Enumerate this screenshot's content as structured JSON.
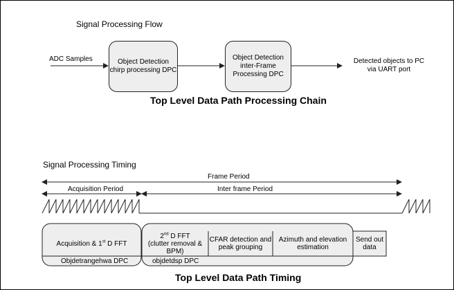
{
  "flow": {
    "section_title": "Signal Processing Flow",
    "input_label": "ADC Samples",
    "box1": {
      "line1": "Object Detection",
      "line2": "chirp processing DPC"
    },
    "box2": {
      "line1": "Object Detection",
      "line2": "inter-Frame",
      "line3": "Processing DPC"
    },
    "output_label": {
      "line1": "Detected objects to PC",
      "line2": "via UART port"
    },
    "caption": "Top Level Data Path Processing Chain"
  },
  "timing": {
    "section_title": "Signal Processing Timing",
    "frame_period": "Frame Period",
    "acquisition_period": "Acquisition Period",
    "inter_frame_period": "Inter frame Period",
    "stages": {
      "acq": {
        "pre": "Acquisition & 1",
        "sup": "st",
        "post": " D FFT"
      },
      "fft2": {
        "l1_num": "2",
        "l1_sup": "nd",
        "l1_rest": " D FFT",
        "l2": "(clutter removal &",
        "l3": "BPM)"
      },
      "cfar": {
        "l1": "CFAR detection and",
        "l2": "peak grouping"
      },
      "azimuth": {
        "l1": "Azimuth and elevation",
        "l2": "estimation"
      },
      "send": {
        "l1": "Send out",
        "l2": "data"
      }
    },
    "dpc1_label": "Objdetrangehwa DPC",
    "dpc2_label": "objdetdsp DPC",
    "caption": "Top Level Data Path Timing"
  },
  "colors": {
    "box_fill": "#eeeeee",
    "line": "#222222"
  }
}
